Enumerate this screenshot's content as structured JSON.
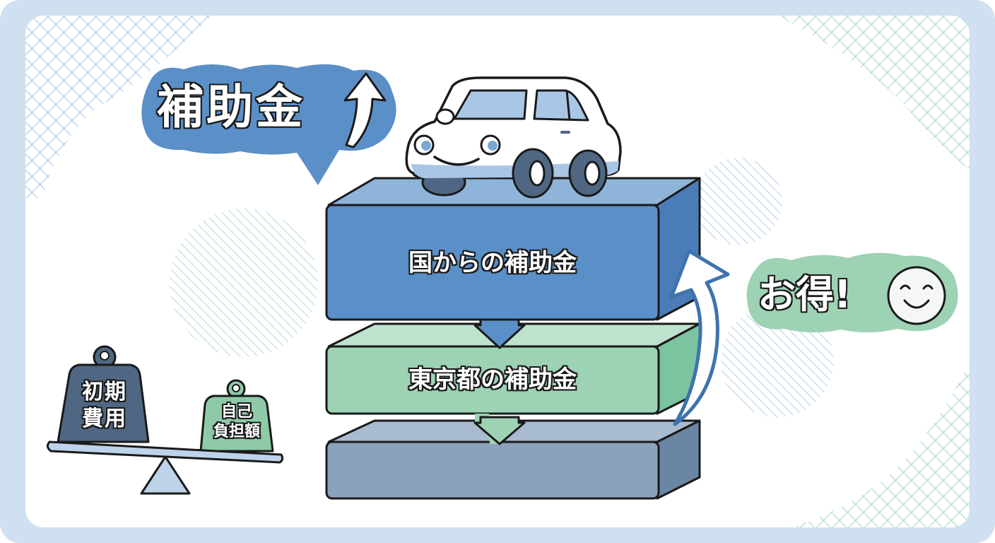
{
  "colors": {
    "frame": "#cfe0f0",
    "blue_primary": "#5b8fc7",
    "blue_light": "#8fb4da",
    "green": "#9ed2b4",
    "green_dark": "#7cc3a0",
    "slate": "#8aa2bb",
    "slate_dark": "#4f6782",
    "outline": "#1a1a1a"
  },
  "headline_bubble": {
    "text": "補助金",
    "arrow": "up-arrow"
  },
  "stack": {
    "top_block": {
      "label": "国からの補助金",
      "color": "#5b8fc7"
    },
    "middle_block": {
      "label": "東京都の補助金",
      "color": "#9ed2b4"
    },
    "bottom_block": {
      "label": "",
      "color": "#8aa2bb"
    }
  },
  "benefit_bubble": {
    "text": "お得!",
    "icon": "smiley-face"
  },
  "scale": {
    "heavy_weight": {
      "line1": "初期",
      "line2": "費用"
    },
    "light_weight": {
      "line1": "自己",
      "line2": "負担額"
    }
  },
  "car": {
    "description": "smiling-car"
  }
}
